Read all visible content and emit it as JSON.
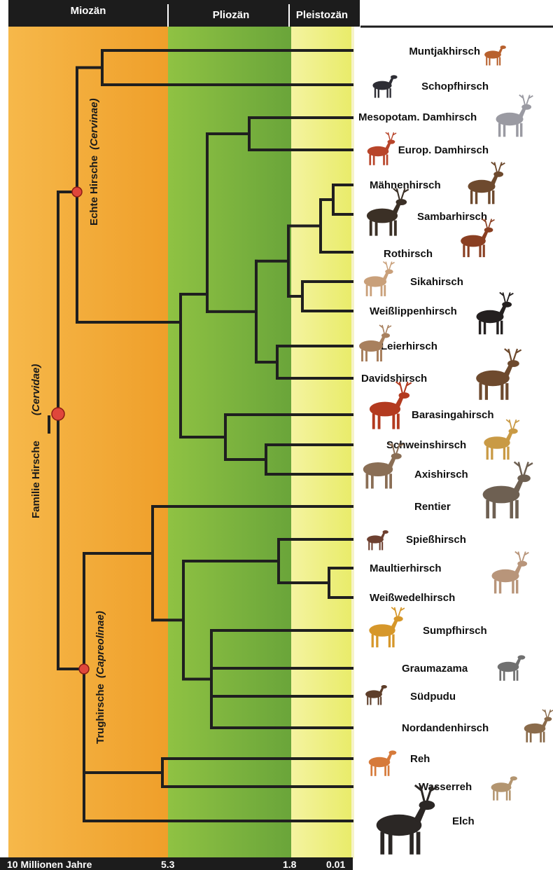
{
  "header": {
    "epochs": [
      {
        "key": "miocene",
        "label": "Miozän"
      },
      {
        "key": "pliocene",
        "label": "Pliozän"
      },
      {
        "key": "pleistocene",
        "label": "Pleistozän"
      }
    ]
  },
  "axis": {
    "ticks": [
      "10 Millionen Jahre",
      "5.3",
      "1.8",
      "0.01"
    ]
  },
  "groups": {
    "family": {
      "name": "Familie Hirsche",
      "latin": "(Cervidae)"
    },
    "cervinae": {
      "name": "Echte Hirsche",
      "latin": "(Cervinae)"
    },
    "capreolinae": {
      "name": "Trughirsche",
      "latin": "(Capreolinae)"
    }
  },
  "species": [
    "Muntjakhirsch",
    "Schopfhirsch",
    "Mesopotam. Damhirsch",
    "Europ. Damhirsch",
    "Mähnenhirsch",
    "Sambarhirsch",
    "Rothirsch",
    "Sikahirsch",
    "Weißlippenhirsch",
    "Leierhirsch",
    "Davidshirsch",
    "Barasingahirsch",
    "Schweinshirsch",
    "Axishirsch",
    "Rentier",
    "Spießhirsch",
    "Maultierhirsch",
    "Weißwedelhirsch",
    "Sumpfhirsch",
    "Graumazama",
    "Südpudu",
    "Nordandenhirsch",
    "Reh",
    "Wasserreh",
    "Elch"
  ],
  "colors": {
    "miocene": "#f0a531",
    "pliocene": "#7ab23d",
    "pleistocene": "#eef07a",
    "header": "#1c1c1c",
    "branch": "#1f1f1f",
    "node": "#e0463b"
  }
}
